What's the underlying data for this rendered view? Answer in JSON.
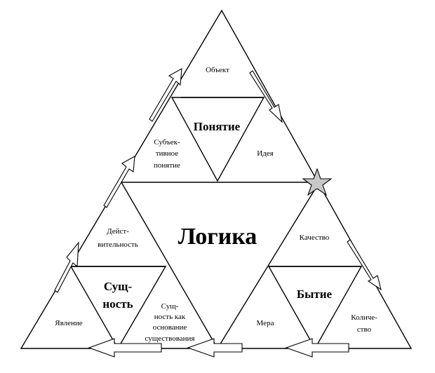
{
  "title": "Логика",
  "triads": {
    "concept": {
      "name": "Понятие",
      "top": "Объект",
      "left_lines": [
        "Субъек-",
        "тивное",
        "понятие"
      ],
      "right": "Идея"
    },
    "essence": {
      "name_lines": [
        "Сущ-",
        "ность"
      ],
      "top_lines": [
        "Дейст-",
        "вительность"
      ],
      "left": "Явление",
      "right_lines": [
        "Сущ-",
        "ность как",
        "основание",
        "существования"
      ]
    },
    "being": {
      "name": "Бытие",
      "top": "Качество",
      "left": "Мера",
      "right_lines": [
        "Количе-",
        "ство"
      ]
    }
  }
}
